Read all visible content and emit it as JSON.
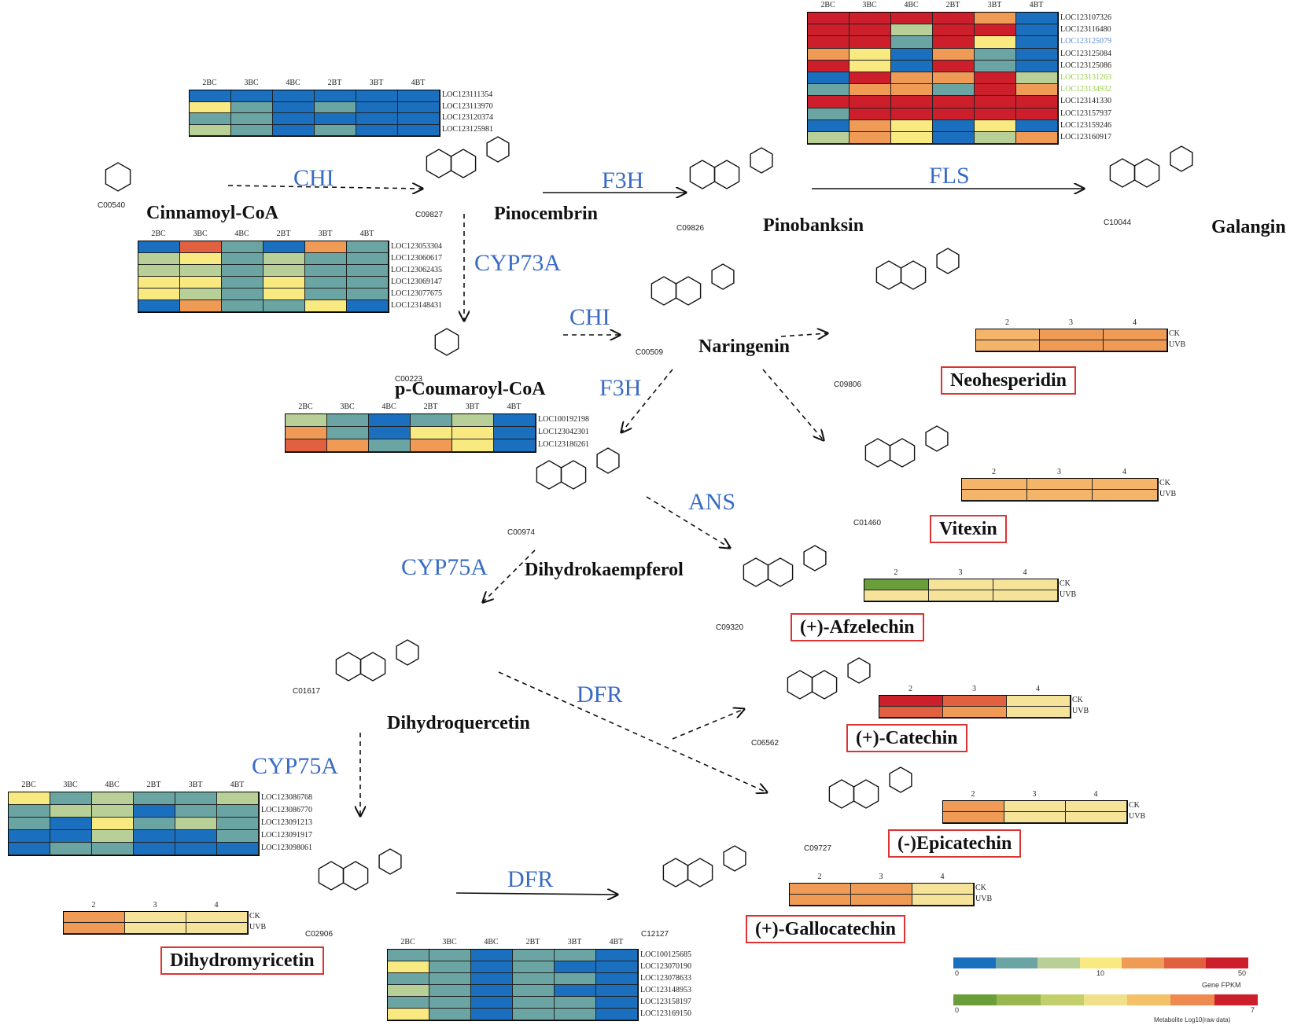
{
  "colors": {
    "blue": "#1a6fbf",
    "teal": "#6aa5a3",
    "ltgreen": "#b8cf97",
    "yellow": "#f8e980",
    "orange": "#ef9a55",
    "redorange": "#e06040",
    "red": "#cc1f2b",
    "green": "#6a9e3a",
    "ltyellow": "#f5e39a",
    "paleorange": "#f4b56a"
  },
  "compounds": [
    {
      "id": "cinnamoyl",
      "name": "Cinnamoyl-CoA",
      "kegg": "C00540"
    },
    {
      "id": "pinocembrin",
      "name": "Pinocembrin",
      "kegg": "C09827"
    },
    {
      "id": "pinobanksin",
      "name": "Pinobanksin",
      "kegg": "C09826"
    },
    {
      "id": "galangin",
      "name": "Galangin",
      "kegg": "C10044"
    },
    {
      "id": "coumaroyl",
      "name": "p-Coumaroyl-CoA",
      "kegg": "C00223"
    },
    {
      "id": "naringenin",
      "name": "Naringenin",
      "kegg": "C00509"
    },
    {
      "id": "neohesperidin",
      "name": "Neohesperidin",
      "kegg": "C09806"
    },
    {
      "id": "vitexin",
      "name": "Vitexin",
      "kegg": "C01460"
    },
    {
      "id": "dihydrokaempferol",
      "name": "Dihydrokaempferol",
      "kegg": "C00974"
    },
    {
      "id": "afzelechin",
      "name": "(+)-Afzelechin",
      "kegg": "C09320"
    },
    {
      "id": "dihydroquercetin",
      "name": "Dihydroquercetin",
      "kegg": "C01617"
    },
    {
      "id": "catechin",
      "name": "(+)-Catechin",
      "kegg": "C06562"
    },
    {
      "id": "epicatechin",
      "name": "(-)Epicatechin",
      "kegg": "C09727"
    },
    {
      "id": "dihydromyricetin",
      "name": "Dihydromyricetin",
      "kegg": "C02906"
    },
    {
      "id": "gallocatechin",
      "name": "(+)-Gallocatechin",
      "kegg": "C12127"
    }
  ],
  "enzymes": {
    "chi1": "CHI",
    "f3h1": "F3H",
    "fls": "FLS",
    "cyp73a": "CYP73A",
    "chi2": "CHI",
    "f3h2": "F3H",
    "ans": "ANS",
    "cyp75a1": "CYP75A",
    "dfr1": "DFR",
    "cyp75a2": "CYP75A",
    "dfr2": "DFR"
  },
  "gene_columns": [
    "2BC",
    "3BC",
    "4BC",
    "2BT",
    "3BT",
    "4BT"
  ],
  "gene_heatmaps": [
    {
      "id": "chi",
      "genes": [
        "LOC123111354",
        "LOC123113970",
        "LOC123120374",
        "LOC123125981"
      ],
      "cells": [
        [
          "blue",
          "blue",
          "blue",
          "blue",
          "blue",
          "blue"
        ],
        [
          "yellow",
          "teal",
          "blue",
          "teal",
          "blue",
          "blue"
        ],
        [
          "teal",
          "teal",
          "blue",
          "blue",
          "blue",
          "blue"
        ],
        [
          "ltgreen",
          "teal",
          "blue",
          "teal",
          "blue",
          "blue"
        ]
      ]
    },
    {
      "id": "fls",
      "genes": [
        "LOC123107326",
        "LOC123116480",
        "LOC123125079",
        "LOC123125084",
        "LOC123125086",
        "LOC123131263",
        "LOC123134932",
        "LOC123141330",
        "LOC123157937",
        "LOC123159246",
        "LOC123160917"
      ],
      "gene_colors": [
        "#222",
        "#222",
        "#5b8ac8",
        "#222",
        "#222",
        "#9acb4a",
        "#9acb4a",
        "#222",
        "#222",
        "#222",
        "#222"
      ],
      "cells": [
        [
          "red",
          "red",
          "red",
          "red",
          "orange",
          "blue"
        ],
        [
          "red",
          "red",
          "ltgreen",
          "red",
          "red",
          "blue"
        ],
        [
          "red",
          "red",
          "teal",
          "red",
          "yellow",
          "blue"
        ],
        [
          "orange",
          "yellow",
          "blue",
          "orange",
          "teal",
          "blue"
        ],
        [
          "red",
          "yellow",
          "blue",
          "red",
          "teal",
          "blue"
        ],
        [
          "blue",
          "red",
          "orange",
          "orange",
          "red",
          "ltgreen"
        ],
        [
          "teal",
          "orange",
          "orange",
          "teal",
          "red",
          "orange"
        ],
        [
          "red",
          "red",
          "red",
          "red",
          "red",
          "red"
        ],
        [
          "teal",
          "red",
          "red",
          "red",
          "red",
          "red"
        ],
        [
          "blue",
          "orange",
          "yellow",
          "blue",
          "yellow",
          "blue"
        ],
        [
          "ltgreen",
          "orange",
          "yellow",
          "blue",
          "ltgreen",
          "orange"
        ]
      ]
    },
    {
      "id": "cyp73a",
      "genes": [
        "LOC123053304",
        "LOC123060617",
        "LOC123062435",
        "LOC123069147",
        "LOC123077675",
        "LOC123148431"
      ],
      "cells": [
        [
          "blue",
          "redorange",
          "teal",
          "blue",
          "orange",
          "teal"
        ],
        [
          "ltgreen",
          "yellow",
          "teal",
          "ltgreen",
          "teal",
          "teal"
        ],
        [
          "ltgreen",
          "ltgreen",
          "teal",
          "ltgreen",
          "teal",
          "teal"
        ],
        [
          "yellow",
          "yellow",
          "teal",
          "yellow",
          "teal",
          "teal"
        ],
        [
          "yellow",
          "ltgreen",
          "teal",
          "yellow",
          "teal",
          "teal"
        ],
        [
          "blue",
          "orange",
          "teal",
          "teal",
          "yellow",
          "blue"
        ]
      ]
    },
    {
      "id": "f3h",
      "genes": [
        "LOC100192198",
        "LOC123042301",
        "LOC123186261"
      ],
      "cells": [
        [
          "ltgreen",
          "teal",
          "blue",
          "teal",
          "ltgreen",
          "blue"
        ],
        [
          "orange",
          "teal",
          "blue",
          "yellow",
          "yellow",
          "blue"
        ],
        [
          "redorange",
          "orange",
          "teal",
          "orange",
          "yellow",
          "blue"
        ]
      ]
    },
    {
      "id": "cyp75a",
      "genes": [
        "LOC123086768",
        "LOC123086770",
        "LOC123091213",
        "LOC123091917",
        "LOC123098061"
      ],
      "cells": [
        [
          "yellow",
          "teal",
          "ltgreen",
          "teal",
          "teal",
          "ltgreen"
        ],
        [
          "teal",
          "ltgreen",
          "ltgreen",
          "blue",
          "teal",
          "teal"
        ],
        [
          "teal",
          "blue",
          "yellow",
          "teal",
          "ltgreen",
          "teal"
        ],
        [
          "blue",
          "blue",
          "ltgreen",
          "blue",
          "blue",
          "teal"
        ],
        [
          "blue",
          "teal",
          "teal",
          "blue",
          "blue",
          "blue"
        ]
      ]
    },
    {
      "id": "dfr",
      "genes": [
        "LOC100125685",
        "LOC123070190",
        "LOC123078633",
        "LOC123148953",
        "LOC123158197",
        "LOC123169150"
      ],
      "cells": [
        [
          "teal",
          "teal",
          "blue",
          "teal",
          "teal",
          "blue"
        ],
        [
          "yellow",
          "teal",
          "blue",
          "teal",
          "blue",
          "blue"
        ],
        [
          "teal",
          "teal",
          "blue",
          "teal",
          "teal",
          "blue"
        ],
        [
          "ltgreen",
          "teal",
          "blue",
          "teal",
          "blue",
          "blue"
        ],
        [
          "teal",
          "teal",
          "blue",
          "teal",
          "teal",
          "blue"
        ],
        [
          "yellow",
          "teal",
          "blue",
          "teal",
          "teal",
          "blue"
        ]
      ]
    }
  ],
  "metabolite_columns": [
    "2",
    "3",
    "4"
  ],
  "metabolite_rows": [
    "CK",
    "UVB"
  ],
  "metabolite_heatmaps": [
    {
      "id": "neohesperidin",
      "cells": [
        [
          "paleorange",
          "orange",
          "orange"
        ],
        [
          "paleorange",
          "orange",
          "orange"
        ]
      ]
    },
    {
      "id": "vitexin",
      "cells": [
        [
          "paleorange",
          "paleorange",
          "paleorange"
        ],
        [
          "paleorange",
          "paleorange",
          "paleorange"
        ]
      ]
    },
    {
      "id": "afzelechin",
      "cells": [
        [
          "green",
          "ltyellow",
          "ltyellow"
        ],
        [
          "ltyellow",
          "ltyellow",
          "ltyellow"
        ]
      ]
    },
    {
      "id": "catechin",
      "cells": [
        [
          "red",
          "redorange",
          "ltyellow"
        ],
        [
          "redorange",
          "orange",
          "ltyellow"
        ]
      ]
    },
    {
      "id": "epicatechin",
      "cells": [
        [
          "orange",
          "ltyellow",
          "ltyellow"
        ],
        [
          "orange",
          "ltyellow",
          "ltyellow"
        ]
      ]
    },
    {
      "id": "gallocatechin",
      "cells": [
        [
          "orange",
          "orange",
          "ltyellow"
        ],
        [
          "orange",
          "orange",
          "ltyellow"
        ]
      ]
    },
    {
      "id": "dihydromyricetin",
      "cells": [
        [
          "orange",
          "ltyellow",
          "ltyellow"
        ],
        [
          "orange",
          "ltyellow",
          "ltyellow"
        ]
      ]
    }
  ],
  "legend": {
    "gene": {
      "min": "0",
      "mid": "10",
      "max": "50",
      "title": "Gene FPKM",
      "colors": [
        "#1a6fbf",
        "#6aa5a3",
        "#b8cf97",
        "#f8e980",
        "#ef9a55",
        "#e06040",
        "#cc1f2b"
      ]
    },
    "metabolite": {
      "min": "0",
      "max": "7",
      "title": "Metabolite Log10(raw data)",
      "colors": [
        "#6a9e3a",
        "#98b84d",
        "#c3cf6b",
        "#f0e08a",
        "#f4c068",
        "#ee8a50",
        "#cc1f2b"
      ]
    }
  }
}
